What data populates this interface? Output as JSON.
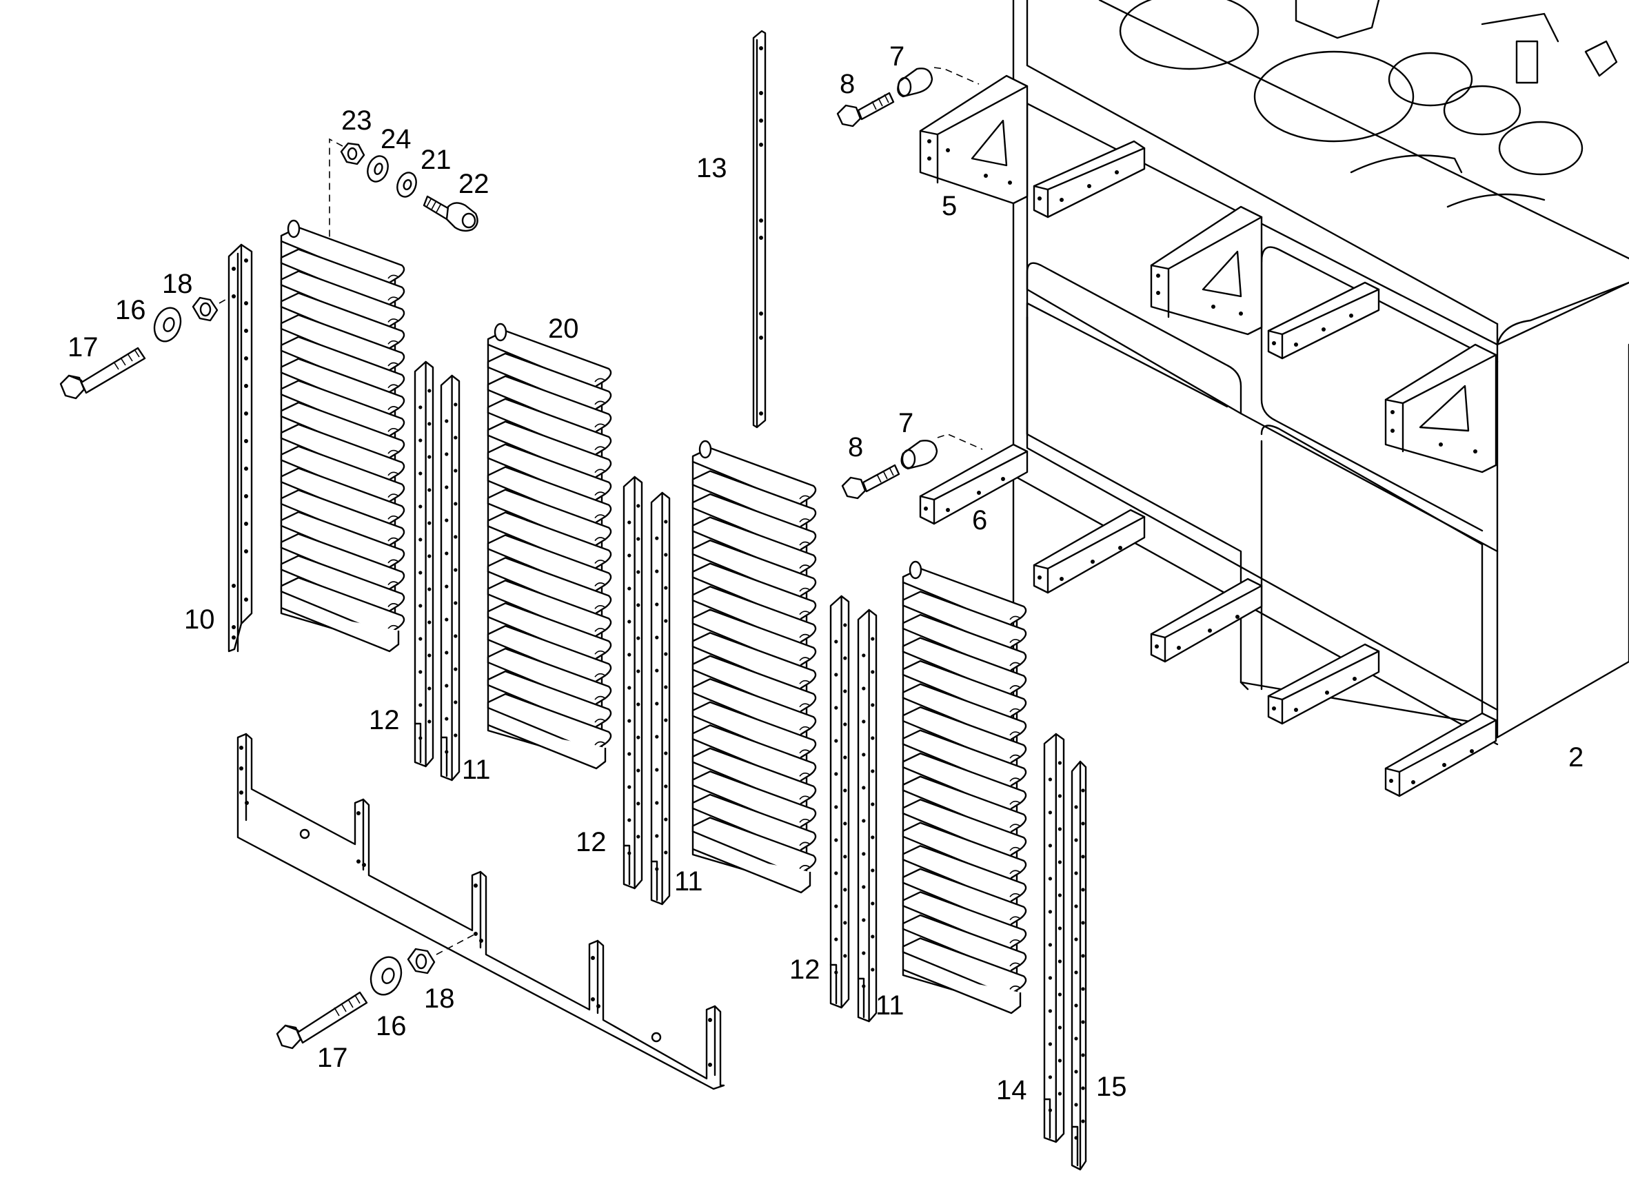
{
  "diagram": {
    "labels": {
      "p2": "2",
      "p5": "5",
      "p6": "6",
      "p7a": "7",
      "p7b": "7",
      "p8a": "8",
      "p8b": "8",
      "p10": "10",
      "p11a": "11",
      "p11b": "11",
      "p11c": "11",
      "p12a": "12",
      "p12b": "12",
      "p12c": "12",
      "p13": "13",
      "p14": "14",
      "p15": "15",
      "p16a": "16",
      "p16b": "16",
      "p17a": "17",
      "p17b": "17",
      "p18a": "18",
      "p18b": "18",
      "p20": "20",
      "p21": "21",
      "p22": "22",
      "p23": "23",
      "p24": "24"
    },
    "louver_blades_per_panel": 17
  }
}
